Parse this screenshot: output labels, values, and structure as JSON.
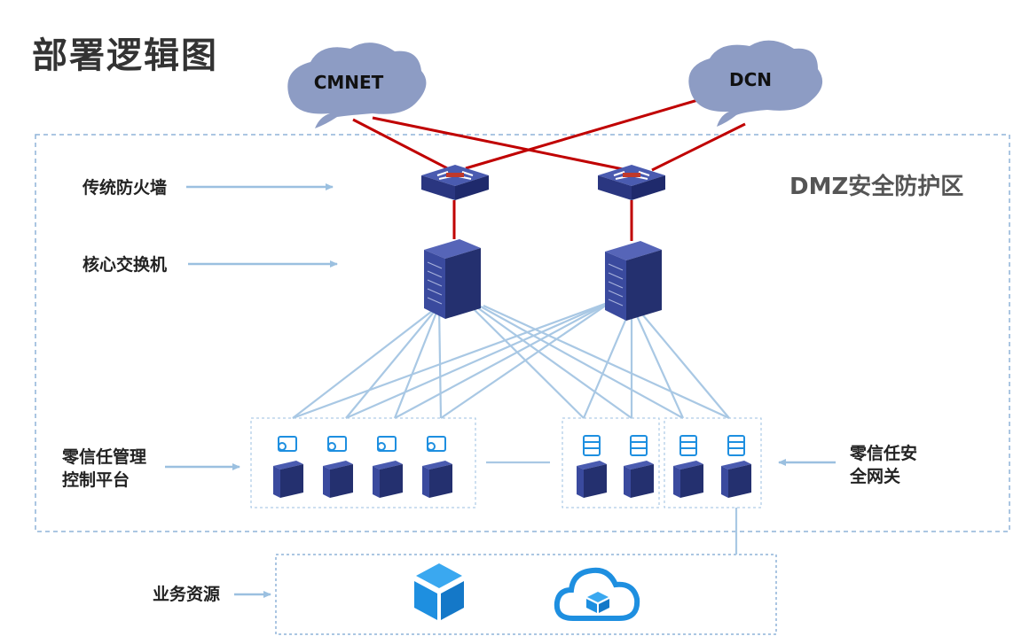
{
  "title": "部署逻辑图",
  "clouds": {
    "cmnet": "CMNET",
    "dcn": "DCN"
  },
  "zone_label": "DMZ安全防护区",
  "labels": {
    "firewall": "传统防火墙",
    "core_switch": "核心交换机",
    "control_platform_line1": "零信任管理",
    "control_platform_line2": "控制平台",
    "gateway_line1": "零信任安",
    "gateway_line2": "全网关",
    "business": "业务资源"
  },
  "colors": {
    "cloud": "#8d9cc4",
    "wan_link": "#c00000",
    "lan_link": "#a9c8e4",
    "arrow": "#9bc0e0",
    "device": "#2f3d8c",
    "icon_blue": "#1e8fe0",
    "border": "#8fb4d9"
  }
}
